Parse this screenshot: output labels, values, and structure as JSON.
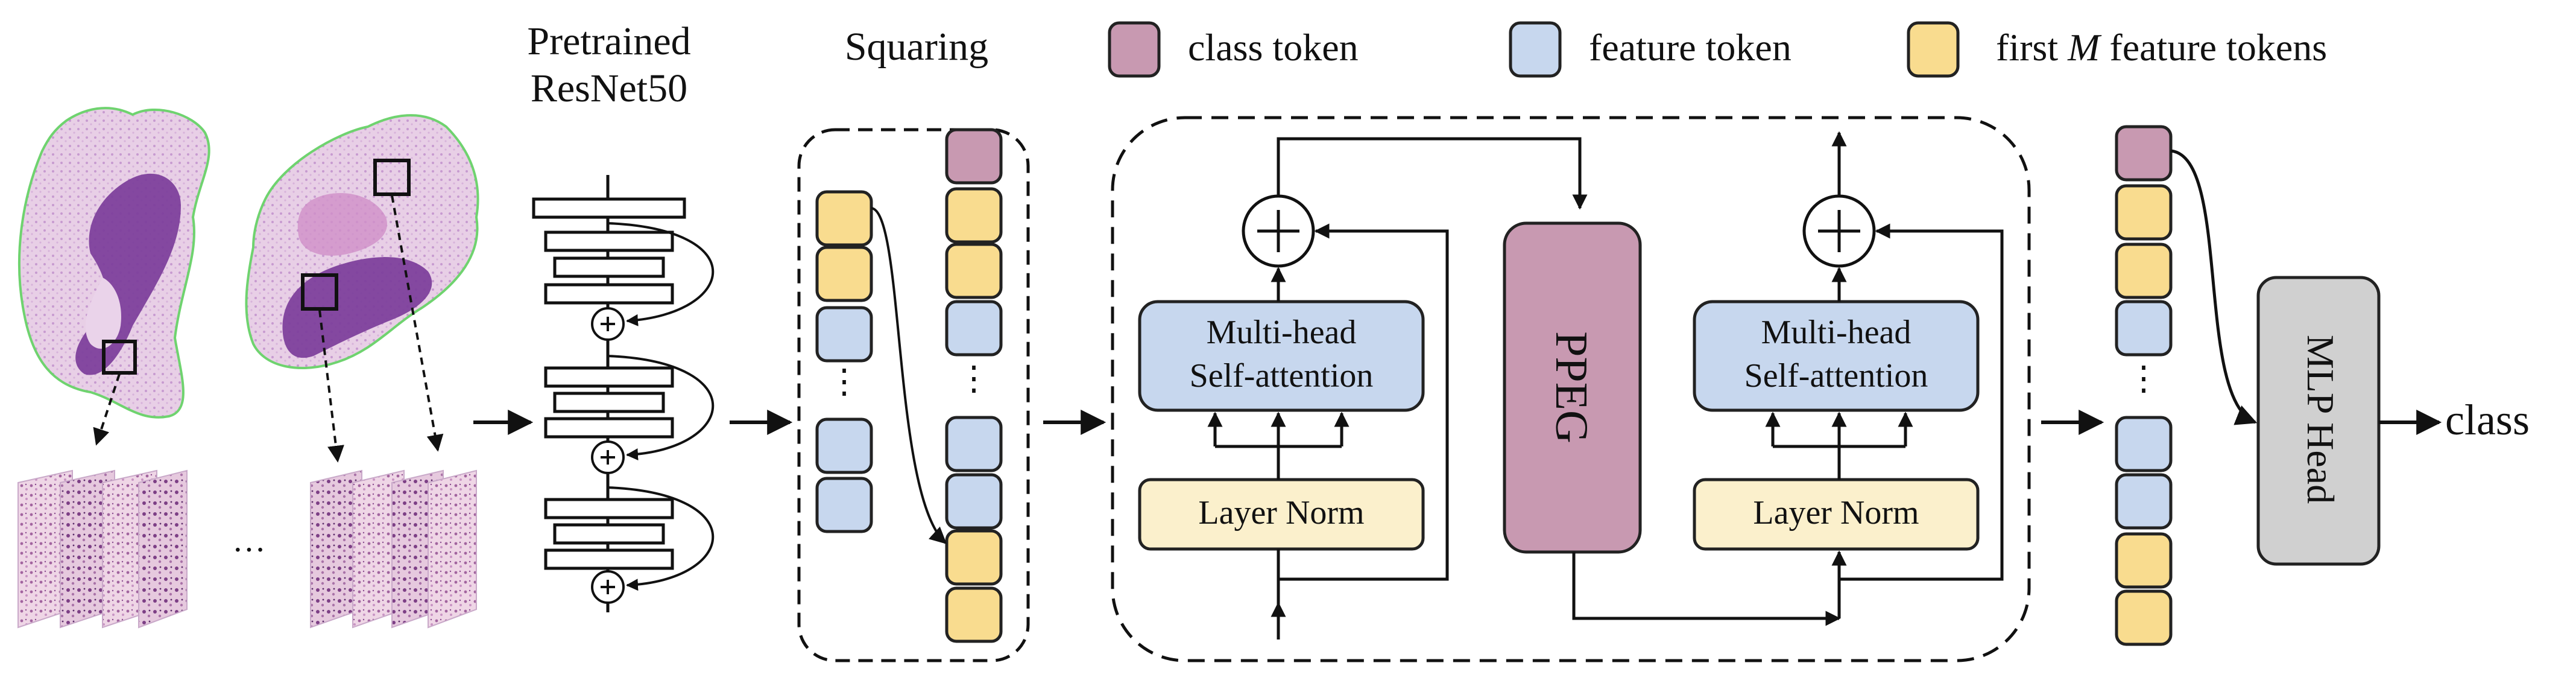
{
  "labels": {
    "resnet_line1": "Pretrained",
    "resnet_line2": "ResNet50",
    "squaring": "Squaring",
    "mha_line1": "Multi-head",
    "mha_line2": "Self-attention",
    "layer_norm": "Layer Norm",
    "ppeg": "PPEG",
    "mlp_head": "MLP Head",
    "class_output": "class",
    "ellipsis_patches": "···",
    "ellipsis_tokens": "⋮"
  },
  "legend": [
    {
      "key": "class",
      "label_pre": "class token",
      "label_italic": "",
      "label_post": "",
      "color": "#c899b1"
    },
    {
      "key": "feature",
      "label_pre": "feature token",
      "label_italic": "",
      "label_post": "",
      "color": "#c7d7ee"
    },
    {
      "key": "first_m",
      "label_pre": "first ",
      "label_italic": "M",
      "label_post": " feature tokens",
      "color": "#f9dc8f"
    }
  ],
  "colors": {
    "class_token": "#c899b1",
    "feature_token": "#c7d7ee",
    "first_m_token": "#f9dc8f",
    "layer_norm_fill": "#fbf0cc",
    "ppeg_fill": "#c899b1",
    "mlp_fill": "#d0d0d0",
    "tissue": "#7b3d9a"
  },
  "icons": [
    "wsi-slide-icon",
    "patch-stack-icon",
    "resnet-block-icon",
    "residual-add-icon",
    "token-icon",
    "arrow-icon"
  ]
}
